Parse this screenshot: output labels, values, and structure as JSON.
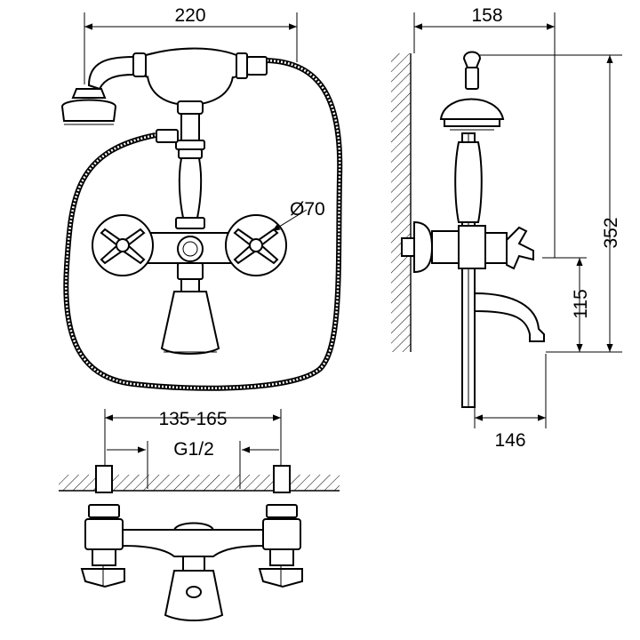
{
  "dimensions": {
    "width_total": "220",
    "depth_total": "158",
    "height_total": "352",
    "outlet_height": "115",
    "spout_reach": "146",
    "handle_diameter": "Ø70",
    "center_distance": "135-165",
    "thread_size": "G1/2"
  },
  "colors": {
    "line": "#000000",
    "background": "#ffffff"
  }
}
